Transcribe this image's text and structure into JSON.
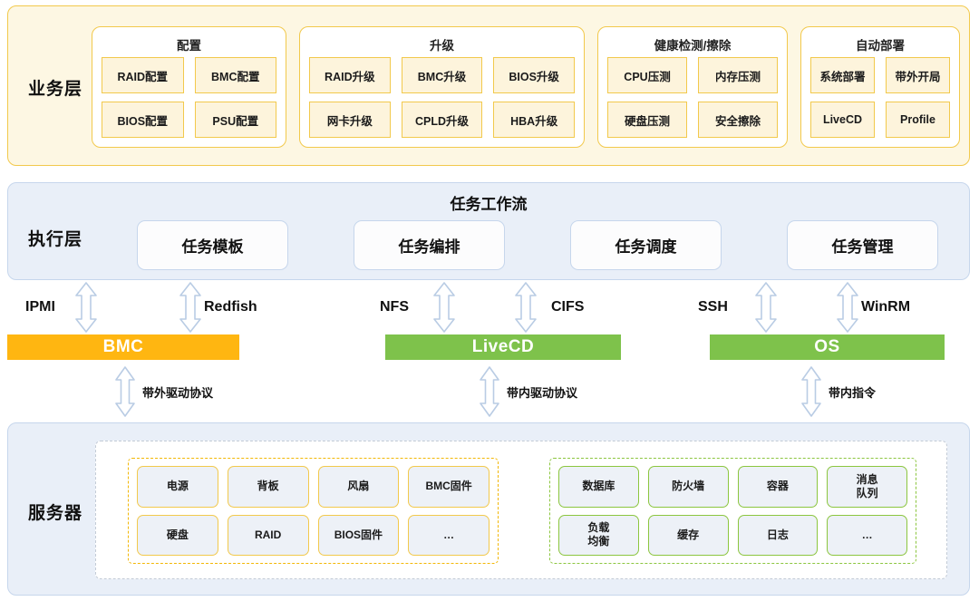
{
  "business_layer": {
    "label": "业务层",
    "groups": [
      {
        "title": "配置",
        "items": [
          "RAID配置",
          "BMC配置",
          "BIOS配置",
          "PSU配置"
        ]
      },
      {
        "title": "升级",
        "items": [
          "RAID升级",
          "BMC升级",
          "BIOS升级",
          "网卡升级",
          "CPLD升级",
          "HBA升级"
        ]
      },
      {
        "title": "健康检测/擦除",
        "items": [
          "CPU压测",
          "内存压测",
          "硬盘压测",
          "安全擦除"
        ]
      },
      {
        "title": "自动部署",
        "items": [
          "系统部署",
          "带外开局",
          "LiveCD",
          "Profile"
        ]
      }
    ]
  },
  "execution_layer": {
    "label": "执行层",
    "title": "任务工作流",
    "cards": [
      "任务模板",
      "任务编排",
      "任务调度",
      "任务管理"
    ]
  },
  "nodes": [
    {
      "name": "BMC",
      "color": "#FFB611"
    },
    {
      "name": "LiveCD",
      "color": "#7EC24B"
    },
    {
      "name": "OS",
      "color": "#7EC24B"
    }
  ],
  "upper_protocols": [
    "IPMI",
    "Redfish",
    "NFS",
    "CIFS",
    "SSH",
    "WinRM"
  ],
  "lower_protocols": [
    "带外驱动协议",
    "带内驱动协议",
    "带内指令"
  ],
  "server_layer": {
    "label": "服务器",
    "hardware_group": {
      "accent": "#F2B705",
      "items": [
        "电源",
        "背板",
        "风扇",
        "BMC固件",
        "硬盘",
        "RAID",
        "BIOS固件",
        "…"
      ]
    },
    "software_group": {
      "accent": "#8CC63F",
      "items": [
        "数据库",
        "防火墙",
        "容器",
        "消息\n队列",
        "负载\n均衡",
        "缓存",
        "日志",
        "…"
      ]
    }
  },
  "palette": {
    "business_bg": "#FDF7E3",
    "business_border": "#F2C94C",
    "panel_bg": "#E9EFF8",
    "panel_border": "#C6D6EC",
    "arrow_stroke": "#B9CCE4"
  }
}
